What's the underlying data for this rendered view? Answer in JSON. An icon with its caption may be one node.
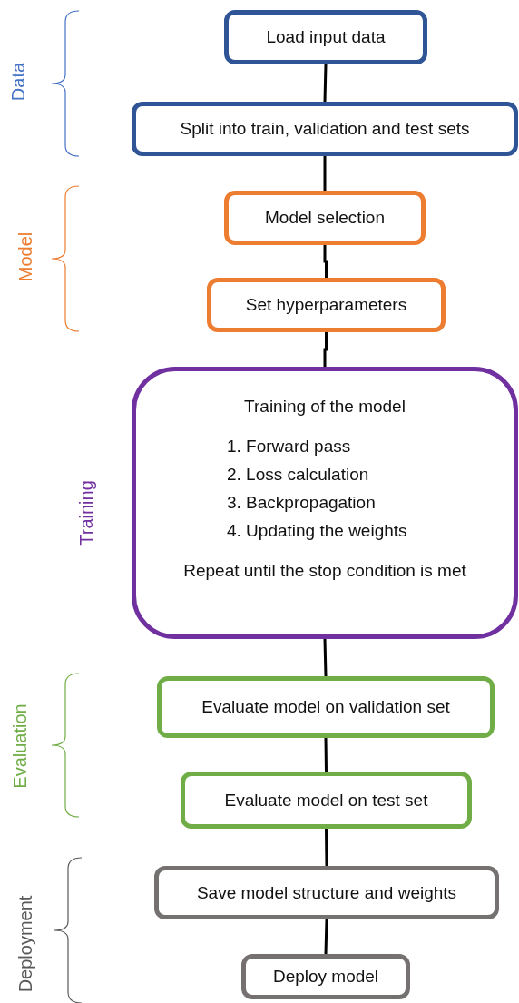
{
  "diagram": {
    "nodes": [
      {
        "text": [
          "Load input data"
        ]
      },
      {
        "text": [
          "Split into train, validation and test sets"
        ]
      },
      {
        "text": [
          "Model selection"
        ]
      },
      {
        "text": [
          "Set hyperparameters"
        ]
      },
      {
        "text": [
          "Training of the model",
          "1. Forward pass",
          "2. Loss calculation",
          "3. Backpropagation",
          "4. Updating the weights",
          "Repeat until the stop condition is met"
        ]
      },
      {
        "text": [
          "Evaluate model on validation set"
        ]
      },
      {
        "text": [
          "Evaluate model on test set"
        ]
      },
      {
        "text": [
          "Save model structure and weights"
        ]
      },
      {
        "text": [
          "Deploy model"
        ]
      }
    ],
    "edges": [
      {
        "from": 0,
        "to": 1,
        "arrow": "none"
      },
      {
        "from": 1,
        "to": 2,
        "arrow": "none"
      },
      {
        "from": 2,
        "to": 3,
        "arrow": "none"
      },
      {
        "from": 3,
        "to": 4,
        "arrow": "none"
      },
      {
        "from": 4,
        "to": 5,
        "arrow": "none"
      },
      {
        "from": 5,
        "to": 6,
        "arrow": "none"
      },
      {
        "from": 6,
        "to": 7,
        "arrow": "none"
      },
      {
        "from": 7,
        "to": 8,
        "arrow": "none"
      }
    ],
    "labels": [
      "Data",
      "Model",
      "Training",
      "Evaluation",
      "Deployment"
    ]
  }
}
